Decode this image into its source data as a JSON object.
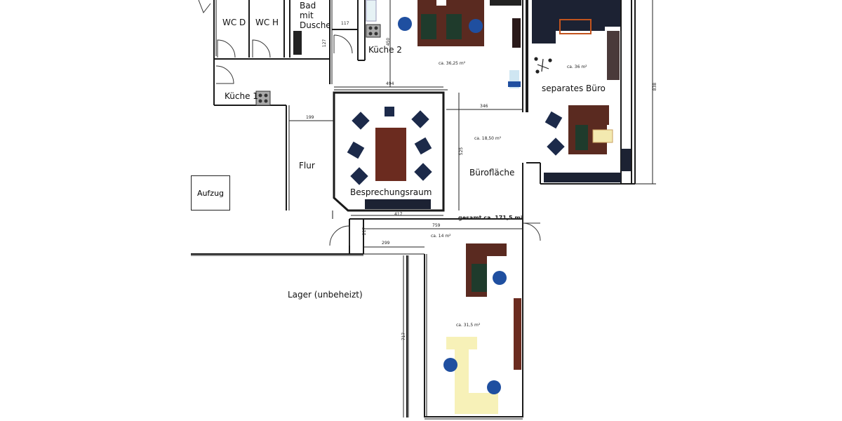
{
  "rooms": {
    "wc_d": "WC D",
    "wc_h": "WC H",
    "bad": "Bad mit Dusche",
    "kueche2": "Küche 2",
    "kueche1": "Küche 1",
    "flur": "Flur",
    "aufzug": "Aufzug",
    "besprechung": "Besprechungsraum",
    "buero_flaeche": "Bürofläche",
    "separates_buero": "separates Büro",
    "lager": "Lager (unbeheizt)"
  },
  "areas": {
    "main_office": "ca. 36,25 m²",
    "separate_office": "ca. 36 m²",
    "middle_office": "ca. 18,50 m²",
    "total": "gesamt ca. 171,5 m²",
    "lower_room_top": "ca. 14 m²",
    "lower_room": "ca. 31,5 m²"
  },
  "dimensions": {
    "d494": "494",
    "d346": "346",
    "d199": "199",
    "d417": "417",
    "d759": "759",
    "d299": "299",
    "d525": "525",
    "d217": "217",
    "d717": "717",
    "d838": "838",
    "d117": "117",
    "d450": "450",
    "d127": "127"
  },
  "colors": {
    "wall": "#1a1a1a",
    "desk": "#5a2a20",
    "desk_top": "#1f3b2c",
    "chair_blue": "#1f4fa0",
    "chair_navy": "#1c2a4a",
    "sofa": "#1c2233",
    "light_wood": "#f3e9b0"
  }
}
